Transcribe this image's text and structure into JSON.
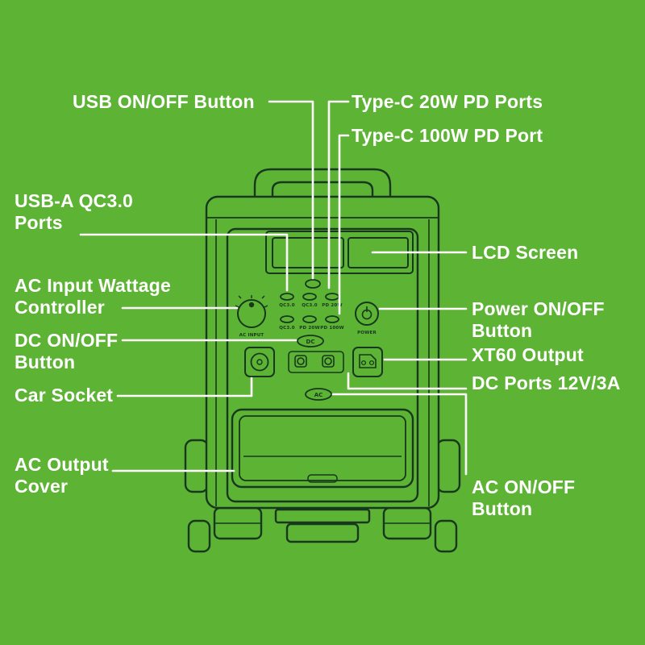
{
  "page": {
    "background_color": "#5db334",
    "line_art_color": "#17381e",
    "callout_color": "#ffffff"
  },
  "callouts": {
    "usb_onoff": {
      "label": "USB ON/OFF Button"
    },
    "typec_20w": {
      "label": "Type-C 20W PD Ports"
    },
    "typec_100w": {
      "label": "Type-C 100W PD Port"
    },
    "usba_qc": {
      "line1": "USB-A QC3.0",
      "line2": "Ports"
    },
    "lcd": {
      "label": "LCD Screen"
    },
    "ac_input": {
      "line1": "AC Input Wattage",
      "line2": "Controller"
    },
    "power": {
      "line1": "Power ON/OFF",
      "line2": "Button"
    },
    "dc_onoff": {
      "line1": "DC ON/OFF",
      "line2": "Button"
    },
    "xt60": {
      "label": "XT60 Output"
    },
    "dc_ports": {
      "label": "DC Ports 12V/3A"
    },
    "car_socket": {
      "label": "Car Socket"
    },
    "ac_cover": {
      "line1": "AC Output",
      "line2": "Cover"
    },
    "ac_onoff": {
      "line1": "AC ON/OFF",
      "line2": "Button"
    }
  },
  "device": {
    "port_labels": {
      "r1": [
        "QC3.0",
        "QC3.0",
        "PD 20W"
      ],
      "r2": [
        "QC3.0",
        "PD 20W",
        "PD 100W"
      ]
    },
    "knob_label": "AC INPUT",
    "power_label": "POWER",
    "dc_badge": "DC",
    "ac_badge": "AC"
  }
}
